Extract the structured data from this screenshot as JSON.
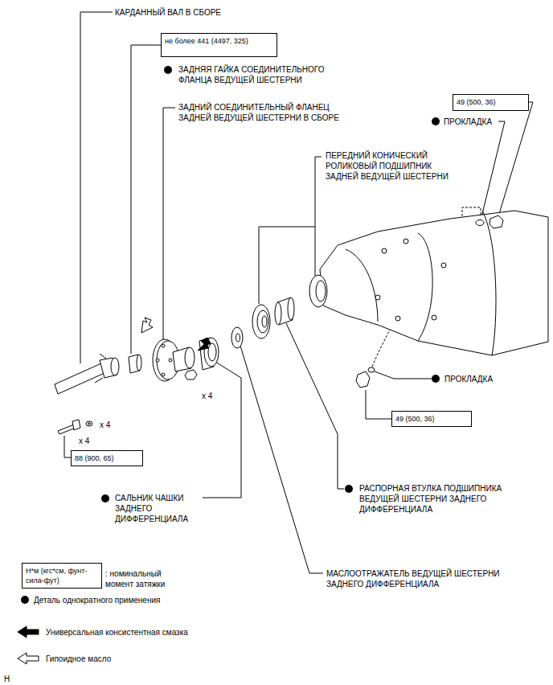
{
  "diagram": {
    "nodes": [
      {
        "text": [
          "не более 441 (4497, 325)"
        ]
      },
      {
        "text": [
          "49 (500, 36)"
        ]
      },
      {
        "text": [
          "49 (500, 36)"
        ]
      },
      {
        "text": [
          "88 (900, 65)"
        ]
      },
      {
        "text": [
          "Н*м (кгс*см, фунт-сила-фут)"
        ]
      }
    ],
    "edges": [],
    "labels": [
      "КАРДАННЫЙ ВАЛ В СБОРЕ",
      "ЗАДНЯЯ ГАЙКА СОЕДИНИТЕЛЬНОГО ФЛАНЦА ВЕДУЩЕЙ ШЕСТЕРНИ",
      "ЗАДНИЙ СОЕДИНИТЕЛЬНЫЙ ФЛАНЕЦ ЗАДНЕЙ ВЕДУЩЕЙ ШЕСТЕРНИ В СБОРЕ",
      "ПРОКЛАДКА",
      "ПЕРЕДНИЙ КОНИЧЕСКИЙ РОЛИКОВЫЙ ПОДШИПНИК ЗАДНЕЙ ВЕДУЩЕЙ ШЕСТЕРНИ",
      "ПРОКЛАДКА",
      "x 4",
      "x 4",
      "x 4",
      "САЛЬНИК ЧАШКИ ЗАДНЕГО ДИФФЕРЕНЦИАЛА",
      "РАСПОРНАЯ ВТУЛКА ПОДШИПНИКА ВЕДУЩЕЙ ШЕСТЕРНИ ЗАДНЕГО ДИФФЕРЕНЦИАЛА",
      "МАСЛООТРАЖАТЕЛЬ ВЕДУЩЕЙ ШЕСТЕРНИ ЗАДНЕГО ДИФФЕРЕНЦИАЛА",
      "H"
    ],
    "legend": [
      {
        "text": ": номинальный момент затяжки"
      },
      {
        "text": "Деталь однократного применения"
      },
      {
        "text": "Универсальная консистентная смазка"
      },
      {
        "text": "Гипоидное масло"
      }
    ]
  }
}
